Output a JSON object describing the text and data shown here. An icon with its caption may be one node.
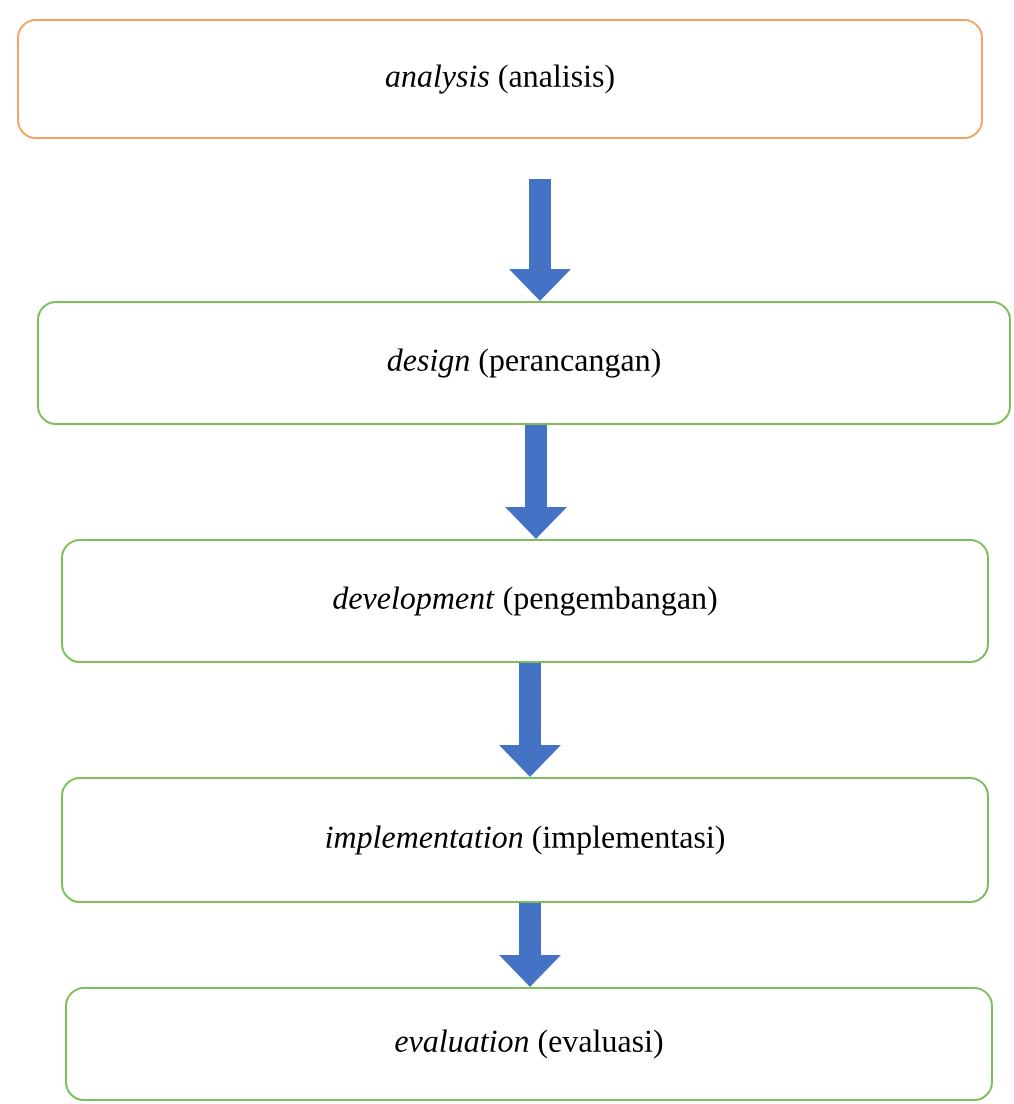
{
  "diagram": {
    "nodes": [
      {
        "text": [
          "*analysis* (analisis)"
        ]
      },
      {
        "text": [
          "*design* (perancangan)"
        ]
      },
      {
        "text": [
          "*development* (pengembangan)"
        ]
      },
      {
        "text": [
          "*implementation* (implementasi)"
        ]
      },
      {
        "text": [
          "*evaluation* (evaluasi)"
        ]
      }
    ],
    "edges": [
      {
        "from": 0,
        "to": 1,
        "arrow": "to"
      },
      {
        "from": 1,
        "to": 2,
        "arrow": "to"
      },
      {
        "from": 2,
        "to": 3,
        "arrow": "to"
      },
      {
        "from": 3,
        "to": 4,
        "arrow": "to"
      }
    ]
  }
}
